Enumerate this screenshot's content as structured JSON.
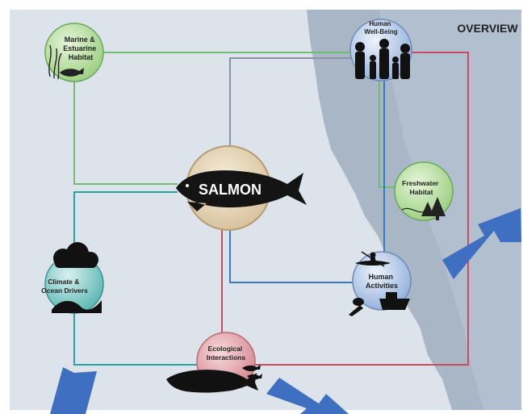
{
  "header": {
    "title": "OVERVIEW"
  },
  "center": {
    "label": "SALMON"
  },
  "nodes": {
    "marine": {
      "line1": "Marine &",
      "line2": "Estuarine",
      "line3": "Habitat"
    },
    "human_wellbeing": {
      "line1": "Human",
      "line2": "Well-Being"
    },
    "freshwater": {
      "line1": "Freshwater",
      "line2": "Habitat"
    },
    "human_activities": {
      "line1": "Human",
      "line2": "Activities"
    },
    "climate": {
      "line1": "Climate &",
      "line2": "Ocean Drivers"
    },
    "ecological": {
      "line1": "Ecological",
      "line2": "Interactions"
    }
  },
  "colors": {
    "ocean": "#dde3ea",
    "land": "#a9b6c6",
    "green_line": "#6fbf73",
    "teal_line": "#27a3a0",
    "blue_line": "#3a78c4",
    "red_line": "#cc4a5e",
    "grey_line": "#8a93a3",
    "arrow": "#3e6fc0",
    "salmon_circle": "#ecdcc0",
    "green_circle": "#bfe3a8",
    "blue_circle": "#b7cbe6",
    "pink_circle": "#e6a9ae"
  }
}
